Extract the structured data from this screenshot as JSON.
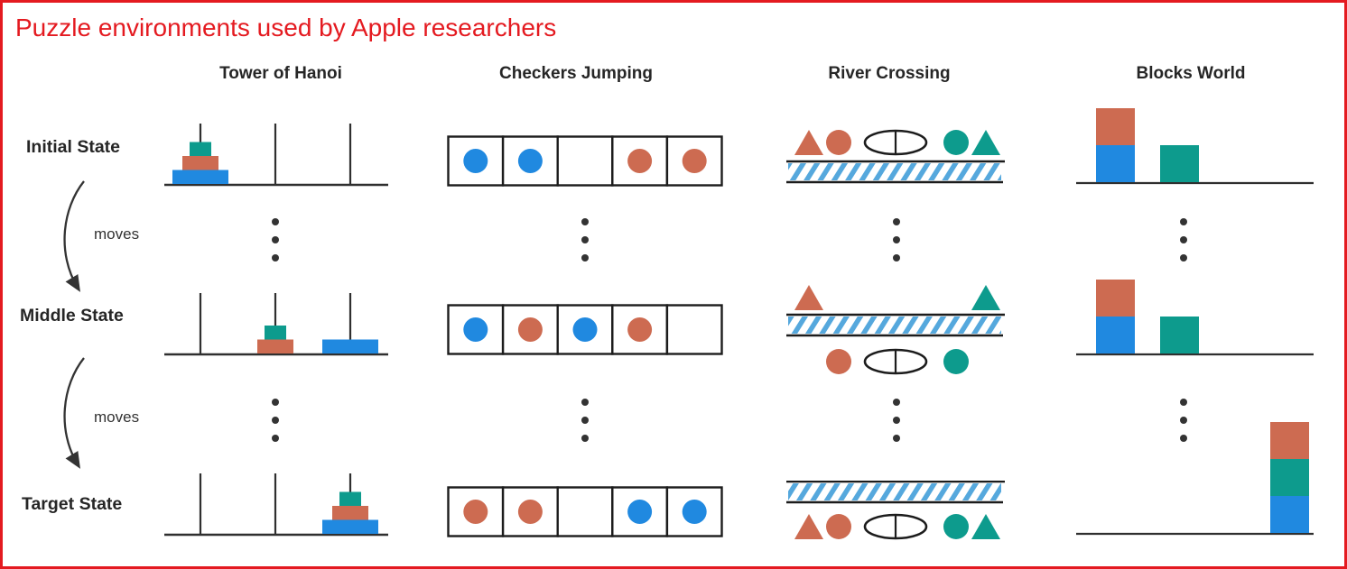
{
  "title": "Puzzle environments used by Apple researchers",
  "arrow_label": "moves",
  "row_labels": [
    "Initial State",
    "Middle State",
    "Target State"
  ],
  "colors": {
    "blue": "#2089e0",
    "orange": "#cd6b51",
    "teal": "#0d9b8d",
    "river": "#55a8dd",
    "line": "#2f2f2f",
    "ink": "#1c1c1c",
    "accent_red": "#e41a20",
    "dots": "#333333"
  },
  "columns": [
    {
      "title": "Tower of Hanoi",
      "type": "hanoi",
      "states": [
        {
          "pegs": [
            [
              "blue",
              "orange",
              "teal"
            ],
            [],
            []
          ]
        },
        {
          "pegs": [
            [],
            [
              "orange",
              "teal"
            ],
            [
              "blue"
            ]
          ]
        },
        {
          "pegs": [
            [],
            [],
            [
              "blue",
              "orange",
              "teal"
            ]
          ]
        }
      ]
    },
    {
      "title": "Checkers Jumping",
      "type": "checkers",
      "states": [
        {
          "cells": [
            "blue",
            "blue",
            "empty",
            "orange",
            "orange"
          ]
        },
        {
          "cells": [
            "blue",
            "orange",
            "blue",
            "orange",
            "empty"
          ]
        },
        {
          "cells": [
            "orange",
            "orange",
            "empty",
            "blue",
            "blue"
          ]
        }
      ]
    },
    {
      "title": "River Crossing",
      "type": "river",
      "states": [
        {
          "top": [
            "triangle:orange",
            "circle:orange",
            "boat",
            "circle:teal",
            "triangle:teal"
          ],
          "bottom": []
        },
        {
          "top": [
            "triangle:orange",
            null,
            null,
            null,
            "triangle:teal"
          ],
          "bottom": [
            null,
            "circle:orange",
            "boat",
            "circle:teal",
            null
          ]
        },
        {
          "top": [],
          "bottom": [
            "triangle:orange",
            "circle:orange",
            "boat",
            "circle:teal",
            "triangle:teal"
          ]
        }
      ]
    },
    {
      "title": "Blocks World",
      "type": "blocks",
      "states": [
        {
          "stacks": [
            [
              "blue",
              "orange"
            ],
            [
              "teal"
            ],
            []
          ]
        },
        {
          "stacks": [
            [
              "blue",
              "orange"
            ],
            [
              "teal"
            ],
            []
          ]
        },
        {
          "stacks": [
            [],
            [],
            [
              "blue",
              "teal",
              "orange"
            ]
          ]
        }
      ]
    }
  ]
}
